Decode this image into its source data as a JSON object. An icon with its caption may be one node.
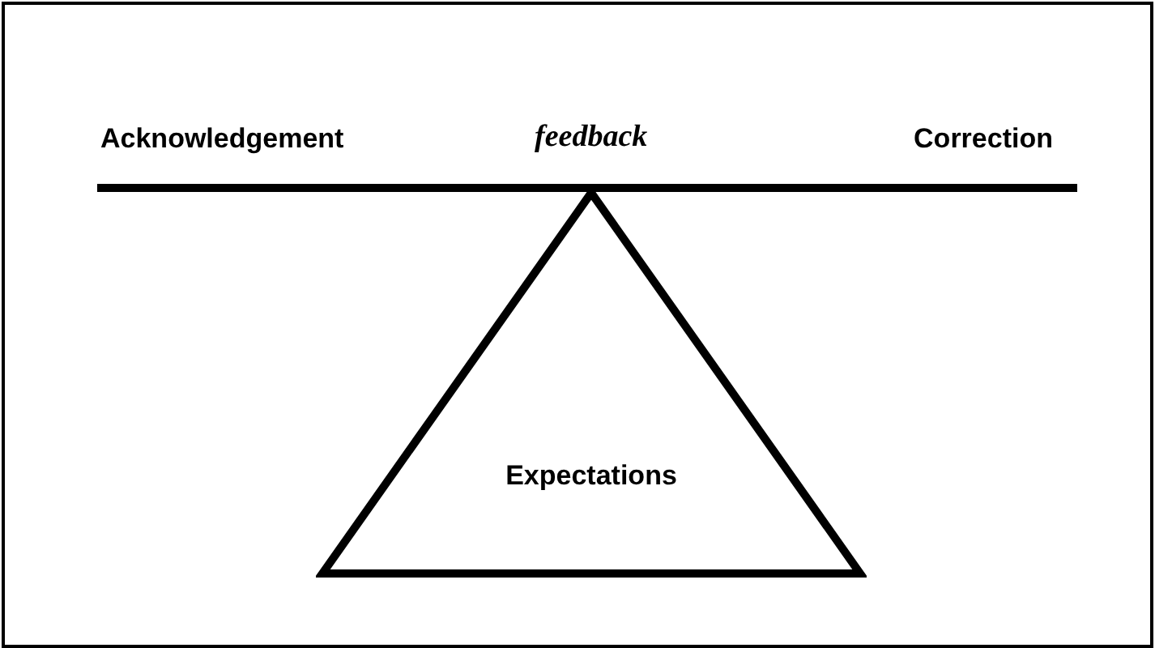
{
  "diagram": {
    "nodes": [
      {
        "text": [
          "Expectations"
        ]
      }
    ],
    "labels": [
      "Acknowledgement",
      "feedback",
      "Correction"
    ]
  }
}
